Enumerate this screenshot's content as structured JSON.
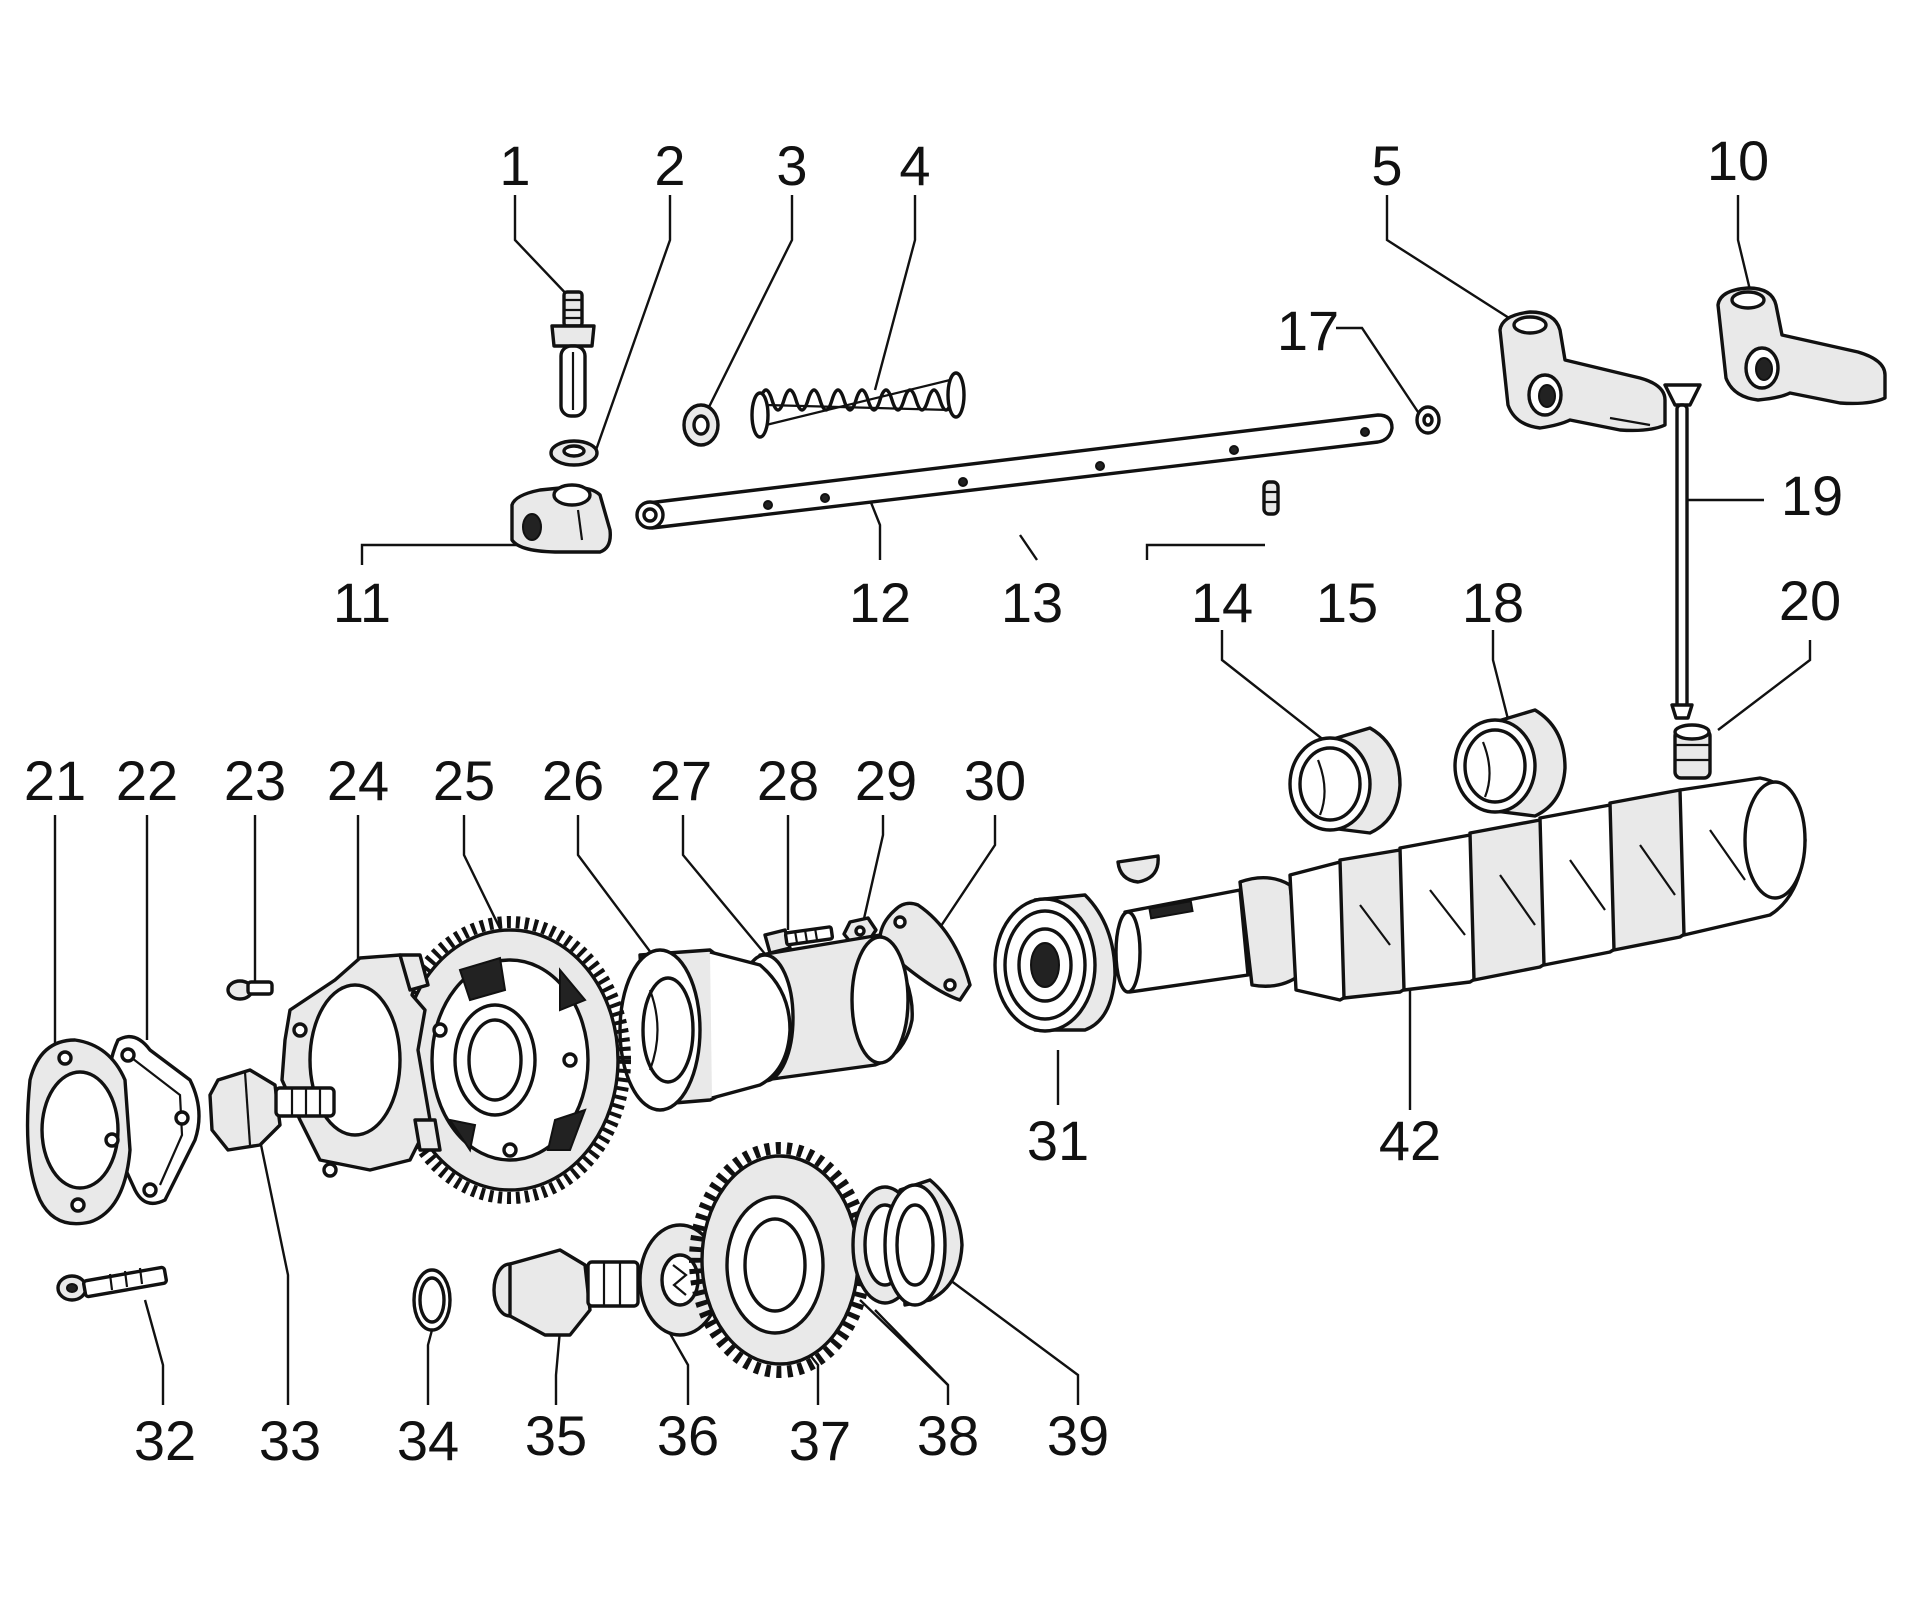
{
  "callouts": [
    {
      "id": "1",
      "text": "1"
    },
    {
      "id": "2",
      "text": "2"
    },
    {
      "id": "3",
      "text": "3"
    },
    {
      "id": "4",
      "text": "4"
    },
    {
      "id": "5",
      "text": "5"
    },
    {
      "id": "10",
      "text": "10"
    },
    {
      "id": "11",
      "text": "11"
    },
    {
      "id": "12",
      "text": "12"
    },
    {
      "id": "13",
      "text": "13"
    },
    {
      "id": "14",
      "text": "14"
    },
    {
      "id": "15",
      "text": "15"
    },
    {
      "id": "17",
      "text": "17"
    },
    {
      "id": "18",
      "text": "18"
    },
    {
      "id": "19",
      "text": "19"
    },
    {
      "id": "20",
      "text": "20"
    },
    {
      "id": "21",
      "text": "21"
    },
    {
      "id": "22",
      "text": "22"
    },
    {
      "id": "23",
      "text": "23"
    },
    {
      "id": "24",
      "text": "24"
    },
    {
      "id": "25",
      "text": "25"
    },
    {
      "id": "26",
      "text": "26"
    },
    {
      "id": "27",
      "text": "27"
    },
    {
      "id": "28",
      "text": "28"
    },
    {
      "id": "29",
      "text": "29"
    },
    {
      "id": "30",
      "text": "30"
    },
    {
      "id": "31",
      "text": "31"
    },
    {
      "id": "32",
      "text": "32"
    },
    {
      "id": "33",
      "text": "33"
    },
    {
      "id": "34",
      "text": "34"
    },
    {
      "id": "35",
      "text": "35"
    },
    {
      "id": "36",
      "text": "36"
    },
    {
      "id": "37",
      "text": "37"
    },
    {
      "id": "38",
      "text": "38"
    },
    {
      "id": "39",
      "text": "39"
    },
    {
      "id": "42",
      "text": "42"
    }
  ]
}
